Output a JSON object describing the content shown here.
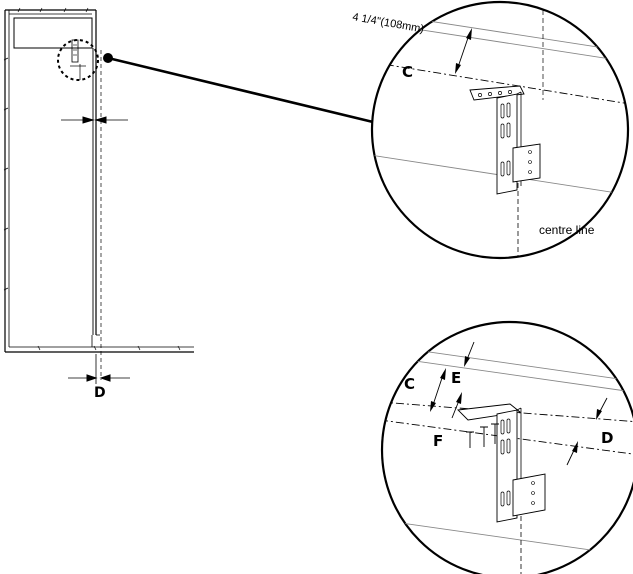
{
  "labels": {
    "dim_text": "4 1/4\"(108mm)",
    "c_top": "C",
    "centre_line": "centre line",
    "d_left": "D",
    "c_bottom": "C",
    "e_bottom": "E",
    "f_bottom": "F",
    "d_bottom": "D"
  }
}
